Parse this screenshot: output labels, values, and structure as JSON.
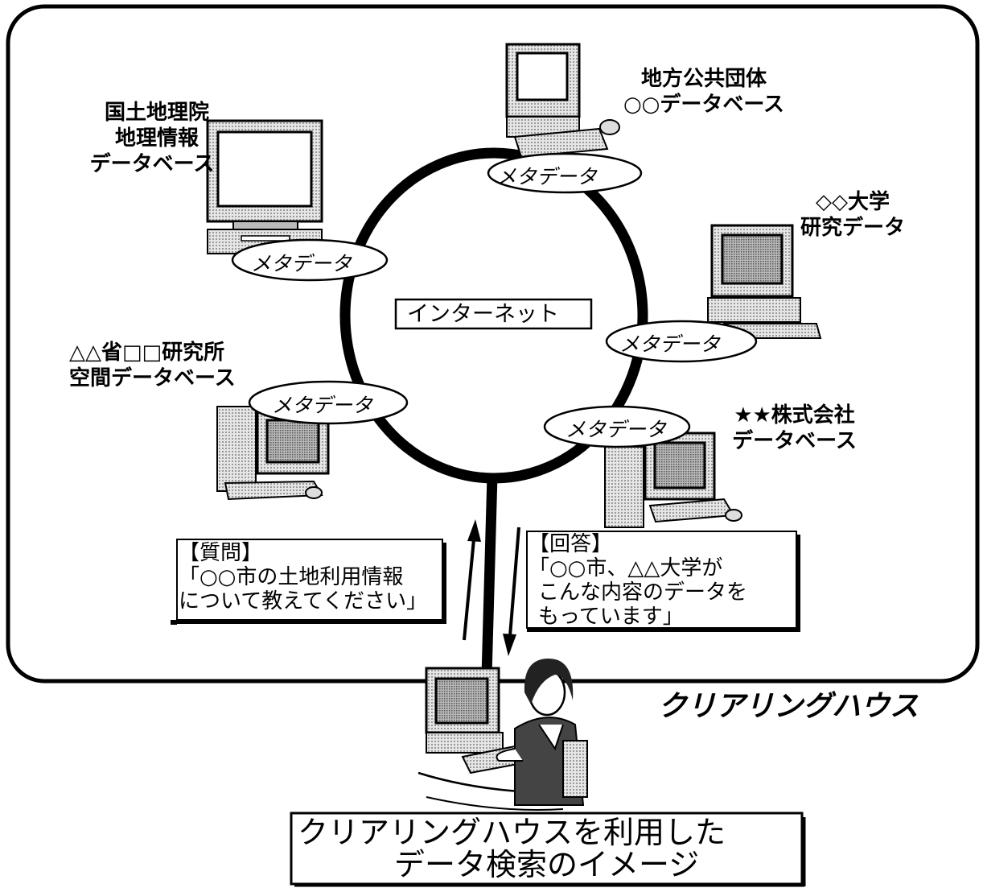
{
  "center_label": "インターネット",
  "meta_label": "メタデータ",
  "nodes": {
    "gsi": [
      "国土地理院",
      "地理情報",
      "データベース"
    ],
    "local_gov": [
      "地方公共団体",
      "○○データベース"
    ],
    "university": [
      "◇◇大学",
      "研究データ"
    ],
    "ministry": [
      "△△省□□研究所",
      "空間データベース"
    ],
    "company": [
      "★★株式会社",
      "データベース"
    ]
  },
  "question": {
    "heading": "【質問】",
    "lines": [
      "「○○市の土地利用情報",
      "について教えてください」"
    ]
  },
  "answer": {
    "heading": "【回答】",
    "lines": [
      "「○○市、△△大学が",
      "こんな内容のデータを",
      "もっています」"
    ]
  },
  "clearinghouse_label": "クリアリングハウス",
  "caption": [
    "クリアリングハウスを利用した",
    "データ検索のイメージ"
  ]
}
